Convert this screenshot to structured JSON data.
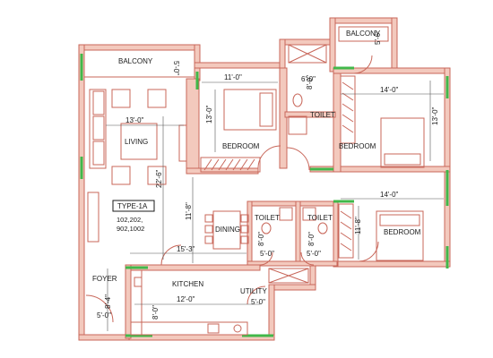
{
  "plan": {
    "type_label": "TYPE-1A",
    "unit_numbers_line1": "102,202,",
    "unit_numbers_line2": "902,1002"
  },
  "rooms": {
    "balcony_left": "BALCONY",
    "balcony_right": "BALCONY",
    "living": "LIVING",
    "bedroom_1": "BEDROOM",
    "bedroom_2": "BEDROOM",
    "bedroom_3": "BEDROOM",
    "toilet_1": "TOILET",
    "toilet_2": "TOILET",
    "toilet_3": "TOILET",
    "dining": "DINING",
    "kitchen": "KITCHEN",
    "foyer": "FOYER",
    "utility": "UTILITY"
  },
  "dimensions": {
    "balcony_left_depth": "5'-0\"",
    "balcony_right_width": "5'-6\"",
    "living_width": "13'-0\"",
    "living_length": "22'-6\"",
    "bed1_width": "11'-0\"",
    "bed1_depth": "13'-0\"",
    "toilet1_width": "6'-0\"",
    "toilet1_depth": "8'-0\"",
    "bed2_width": "14'-0\"",
    "bed2_depth": "13'-0\"",
    "bed3_width": "14'-0\"",
    "bed3_depth": "11'-8\"",
    "dining_depth": "11'-8\"",
    "dining_width": "15'-3\"",
    "toilet2_depth": "8'-0\"",
    "toilet2_width": "5'-0\"",
    "toilet3_depth": "8'-0\"",
    "toilet3_width": "5'-0\"",
    "kitchen_width": "12'-0\"",
    "kitchen_depth": "8'-0\"",
    "foyer_depth": "8'-4\"",
    "foyer_width": "5'-0\"",
    "utility_width": "5'-0\""
  },
  "colors": {
    "wall": "#c8675a",
    "wall_fill": "#f3c9bd",
    "window": "#41b84a",
    "background": "#ffffff"
  }
}
